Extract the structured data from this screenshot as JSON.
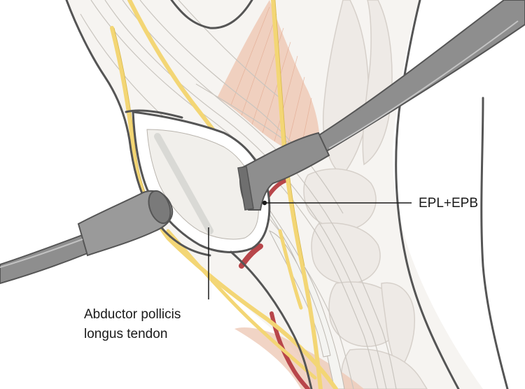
{
  "labels": {
    "epl_epb": "EPL+EPB",
    "apl_line1": "Abductor pollicis",
    "apl_line2": "longus tendon"
  },
  "colors": {
    "outline": "#555555",
    "muscle": "#eec9b6",
    "nerve": "#f3d675",
    "vessel": "#b8464a",
    "bone": "#eeeae6",
    "tendon": "#f4f4f1",
    "instrument": "#8e8e8e",
    "leader": "#1a1a1a"
  }
}
